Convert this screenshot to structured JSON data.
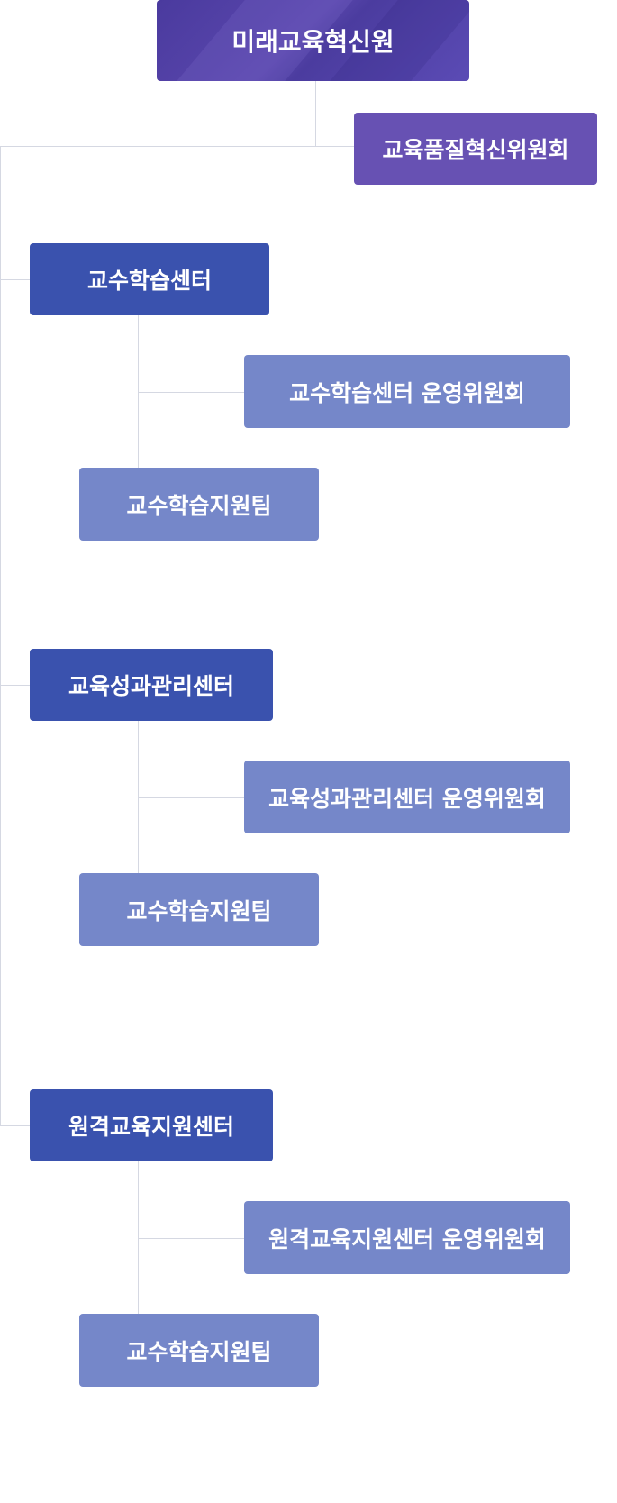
{
  "org_chart": {
    "root": {
      "label": "미래교육혁신원"
    },
    "top_committee": {
      "label": "교육품질혁신위원회"
    },
    "centers": [
      {
        "label": "교수학습센터",
        "committee": "교수학습센터 운영위원회",
        "team": "교수학습지원팀"
      },
      {
        "label": "교육성과관리센터",
        "committee": "교육성과관리센터 운영위원회",
        "team": "교수학습지원팀"
      },
      {
        "label": "원격교육지원센터",
        "committee": "원격교육지원센터 운영위원회",
        "team": "교수학습지원팀"
      }
    ]
  },
  "colors": {
    "root": "#4f3ea6",
    "top_committee": "#6751b3",
    "center": "#3a52ae",
    "sub_unit": "#7587c9",
    "connector": "#d5d8e2"
  }
}
